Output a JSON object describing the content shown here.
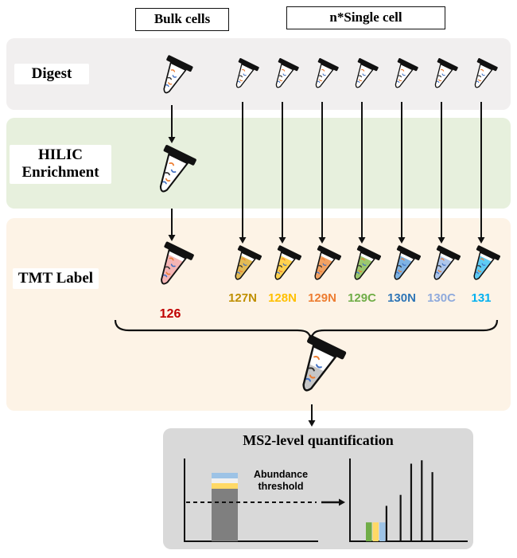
{
  "top_boxes": {
    "bulk": "Bulk cells",
    "single": "n*Single cell"
  },
  "bands": [
    {
      "label": "Digest"
    },
    {
      "label": "HILIC Enrichment"
    },
    {
      "label": "TMT Label"
    }
  ],
  "bulk_channel": {
    "label": "126",
    "color": "#c00000",
    "tube_fill": "#f5b5b5"
  },
  "channels": [
    {
      "label": "127N",
      "color": "#bf8f00",
      "tube_fill": "#e2bb55"
    },
    {
      "label": "128N",
      "color": "#ffc000",
      "tube_fill": "#ffd24f"
    },
    {
      "label": "129N",
      "color": "#ed7d31",
      "tube_fill": "#f2a263"
    },
    {
      "label": "129C",
      "color": "#70ad47",
      "tube_fill": "#9cc86e"
    },
    {
      "label": "130N",
      "color": "#2e75b6",
      "tube_fill": "#7eb3e3"
    },
    {
      "label": "130C",
      "color": "#8faadc",
      "tube_fill": "#aec6ea"
    },
    {
      "label": "131",
      "color": "#00b0f0",
      "tube_fill": "#5ecbf4"
    }
  ],
  "ms2": {
    "title": "MS2-level quantification",
    "threshold_label": "Abundance threshold"
  },
  "colors": {
    "digest_band": "#f1efef",
    "hilic_band": "#e7f0dd",
    "tmt_band": "#fdf3e6",
    "ms2_box": "#d9d9d9",
    "combined_liquid": "#c6c6c6",
    "arrow": "#111111",
    "squiggles": [
      "#ed7d31",
      "#4472c4",
      "#333333"
    ]
  },
  "chart_data": [
    {
      "type": "bar",
      "name": "abundance-threshold-illustration",
      "bar_stack_top_to_bottom": [
        {
          "color": "#9dc3e6",
          "h": 7
        },
        {
          "color": "#f0f0f0",
          "h": 6
        },
        {
          "color": "#ffd966",
          "h": 7
        }
      ],
      "main_bar_color": "#7f7f7f",
      "threshold_line": "dashed"
    },
    {
      "type": "bar",
      "name": "ms2-spectrum",
      "colored_bars": [
        {
          "color": "#70ad47",
          "h": 0.22
        },
        {
          "color": "#ffd966",
          "h": 0.22
        },
        {
          "color": "#9dc3e6",
          "h": 0.22
        }
      ],
      "peaks": [
        {
          "x": 0.31,
          "h": 0.42
        },
        {
          "x": 0.43,
          "h": 0.55
        },
        {
          "x": 0.52,
          "h": 0.92
        },
        {
          "x": 0.61,
          "h": 0.96
        },
        {
          "x": 0.7,
          "h": 0.82
        }
      ]
    }
  ]
}
